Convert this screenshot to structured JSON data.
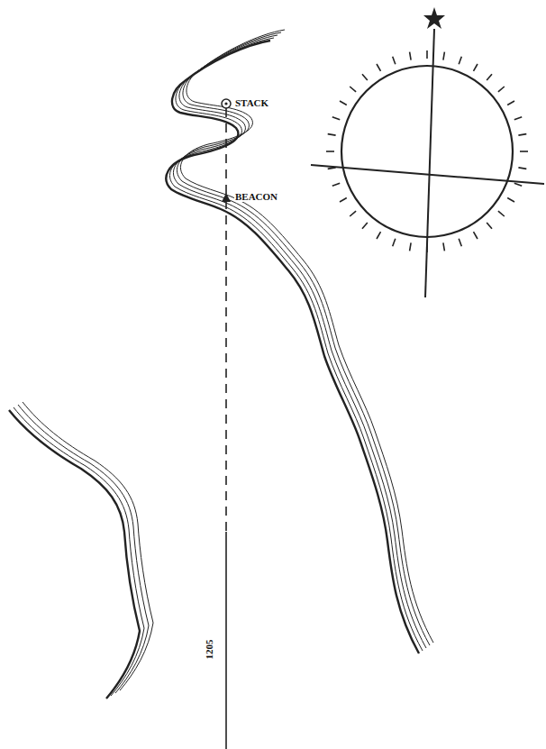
{
  "diagram": {
    "labels": [
      "STACK",
      "BEACON",
      "1205"
    ]
  }
}
